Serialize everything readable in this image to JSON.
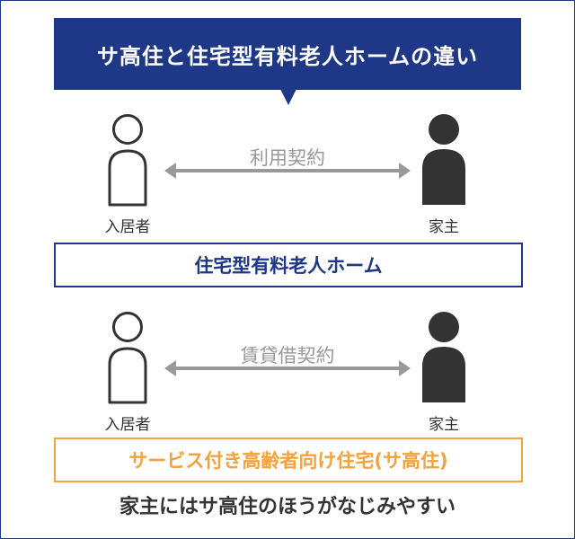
{
  "title": "サ高住と住宅型有料老人ホームの違い",
  "sections": [
    {
      "left_label": "入居者",
      "right_label": "家主",
      "contract_label": "利用契約",
      "type_label": "住宅型有料老人ホーム"
    },
    {
      "left_label": "入居者",
      "right_label": "家主",
      "contract_label": "賃貸借契約",
      "type_label": "サービス付き高齢者向け住宅(サ高住)"
    }
  ],
  "conclusion": "家主にはサ高住のほうがなじみやすい",
  "colors": {
    "navy": "#1e3786",
    "orange": "#f5a23c",
    "arrow_gray": "#999999",
    "person_dark": "#333333"
  },
  "icons": {
    "resident": "person-outline-icon",
    "landlord": "person-filled-icon",
    "contract": "double-arrow-icon"
  }
}
